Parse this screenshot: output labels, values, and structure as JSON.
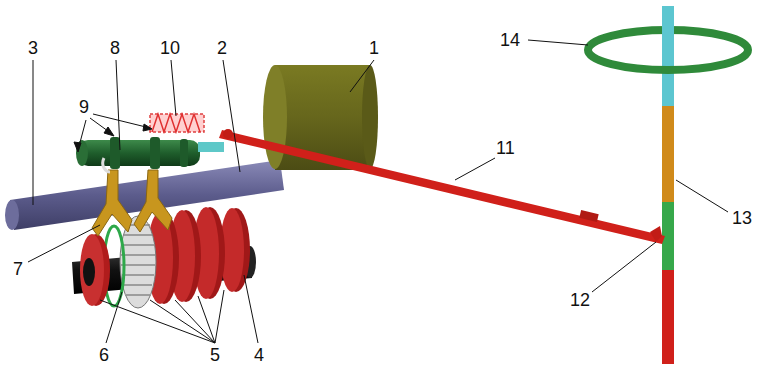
{
  "diagram": {
    "labels": [
      "3",
      "8",
      "10",
      "2",
      "1",
      "9",
      "11",
      "14",
      "13",
      "7",
      "12",
      "6",
      "5",
      "4"
    ]
  }
}
